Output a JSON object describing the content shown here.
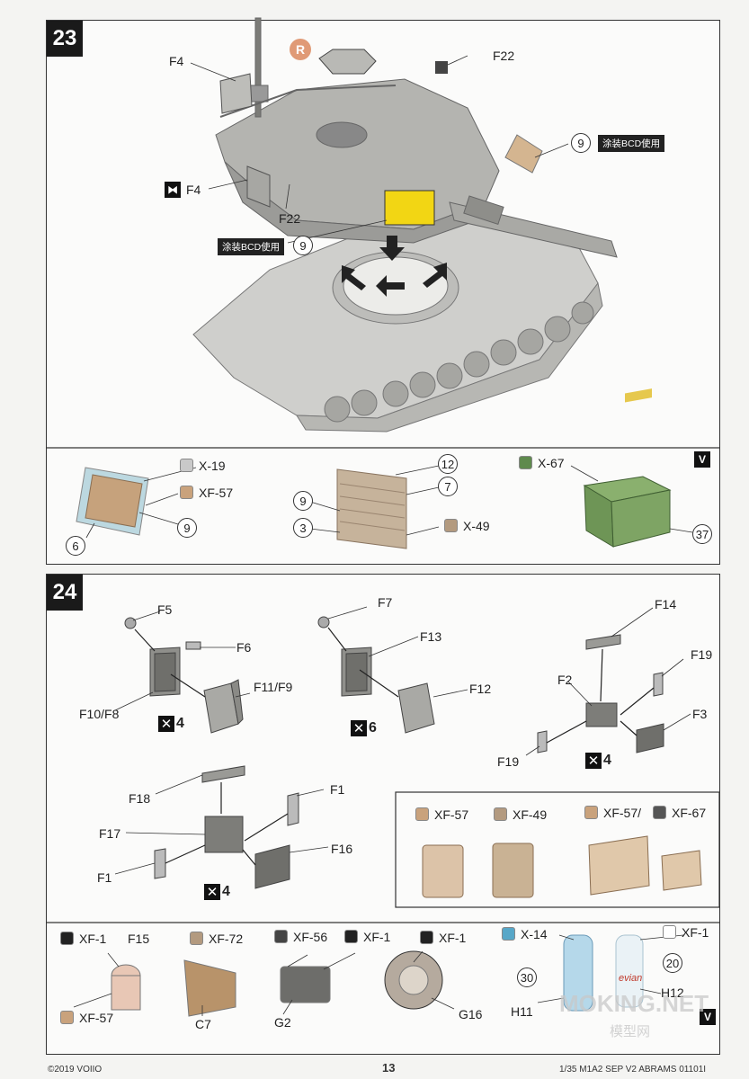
{
  "step23": {
    "number": "23",
    "marker_r": "R",
    "labels": {
      "f4_top": "F4",
      "f22_top": "F22",
      "f4_side": "F4",
      "f22_bottom": "F22",
      "g_right": "9",
      "g_left": "9"
    },
    "tag_bcd": "涂装BCD使用",
    "detail": {
      "plate_items": [
        {
          "label": "X-19",
          "color": "#c9c9c9"
        },
        {
          "label": "XF-57",
          "color": "#c9a27c"
        }
      ],
      "plate_circles": {
        "c6": "6",
        "c9": "9"
      },
      "rack_circles": {
        "c12": "12",
        "c7": "7",
        "c9": "9",
        "c3": "3"
      },
      "rack_paint": {
        "label": "X-49",
        "color": "#b39a7f"
      },
      "box_paint": {
        "label": "X-67",
        "color": "#5f8a4d"
      },
      "box_circle": "37",
      "v_badge": "V"
    }
  },
  "step24": {
    "number": "24",
    "can1": {
      "f5": "F5",
      "f6": "F6",
      "f11": "F11/F9",
      "f10": "F10/F8",
      "mult": "4"
    },
    "can2": {
      "f7": "F7",
      "f13": "F13",
      "f12": "F12",
      "mult": "6"
    },
    "rack": {
      "f14": "F14",
      "f19a": "F19",
      "f2": "F2",
      "f3": "F3",
      "f19b": "F19",
      "mult": "4"
    },
    "box": {
      "f18": "F18",
      "f1a": "F1",
      "f17": "F17",
      "f16": "F16",
      "f1b": "F1",
      "mult": "4"
    },
    "paint_box": [
      {
        "label": "XF-57",
        "color": "#c9a27c"
      },
      {
        "label": "XF-49",
        "color": "#b39a7f"
      },
      {
        "label": "XF-57/",
        "color": "#c9a27c"
      },
      {
        "label": "XF-67",
        "color": "#555555"
      }
    ],
    "bottom": {
      "b1": {
        "paint": "XF-1",
        "part": "F15",
        "paint2": "XF-57"
      },
      "b2": {
        "paint": "XF-72",
        "part": "C7"
      },
      "b3": {
        "paint": "XF-56",
        "paint2": "XF-1",
        "part": "G2"
      },
      "b4": {
        "paint": "XF-1",
        "part": "G16"
      },
      "b5": {
        "paint": "X-14",
        "paint2": "XF-1",
        "c30": "30",
        "c20": "20",
        "h11": "H11",
        "h12": "H12",
        "brand": "evian"
      },
      "v_badge": "V"
    },
    "colors": {
      "black": "#222222",
      "blue": "#57a7c8",
      "bone": "#c9a27c",
      "tan": "#b39a7f"
    }
  },
  "watermark": {
    "main": "MOKING.NET",
    "sub": "模型网"
  },
  "footer": {
    "left": "©2019 VOIIO",
    "page": "13",
    "right": "1/35 M1A2 SEP V2 ABRAMS 01101I"
  }
}
